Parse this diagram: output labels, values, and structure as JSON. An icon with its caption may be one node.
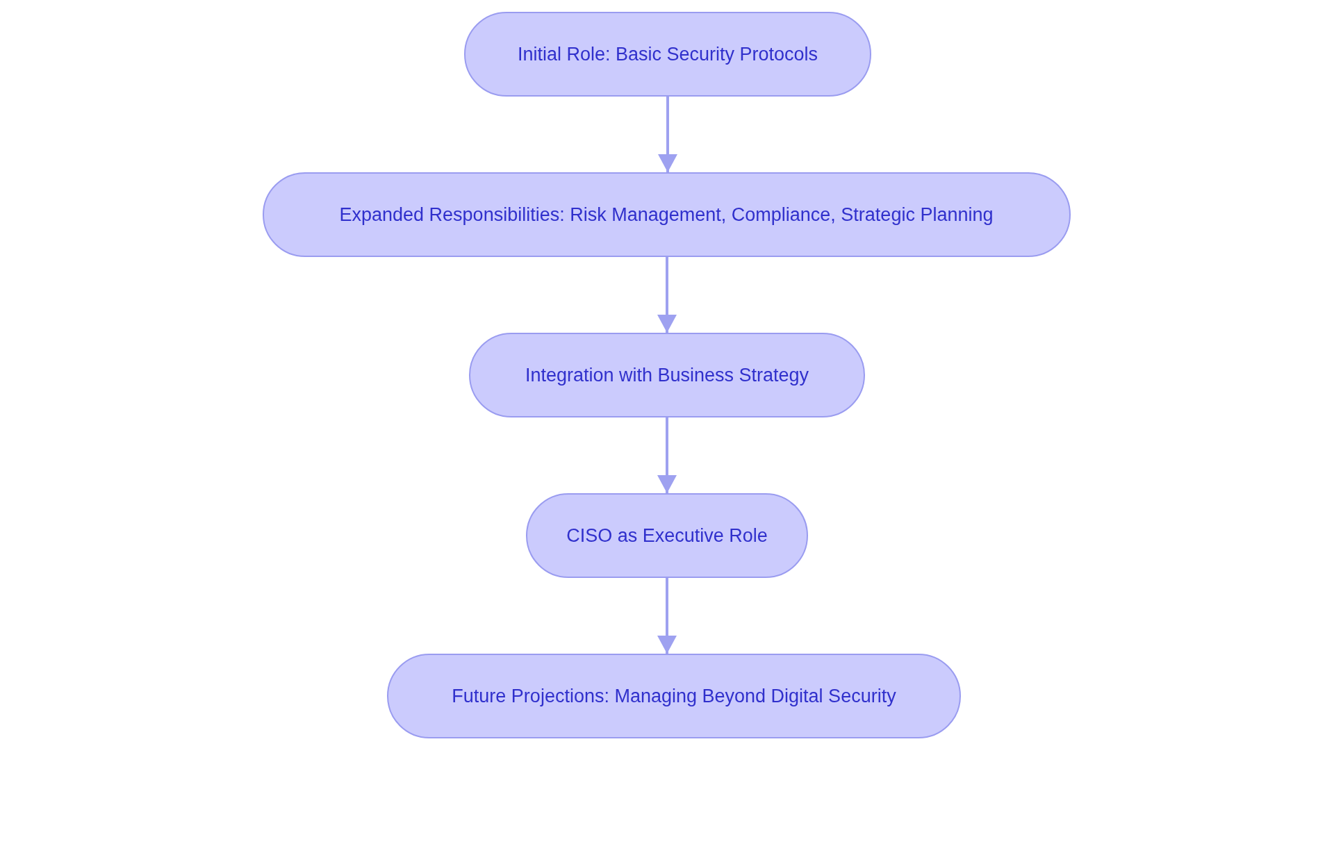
{
  "diagram": {
    "nodes": [
      {
        "text": [
          "Initial Role: Basic Security Protocols"
        ]
      },
      {
        "text": [
          "Expanded Responsibilities: Risk Management, Compliance, Strategic Planning"
        ]
      },
      {
        "text": [
          "Integration with Business Strategy"
        ]
      },
      {
        "text": [
          "CISO as Executive Role"
        ]
      },
      {
        "text": [
          "Future Projections: Managing Beyond Digital Security"
        ]
      }
    ],
    "edges": [
      {
        "from": 0,
        "to": 1,
        "arrow": "to"
      },
      {
        "from": 1,
        "to": 2,
        "arrow": "to"
      },
      {
        "from": 2,
        "to": 3,
        "arrow": "to"
      },
      {
        "from": 3,
        "to": 4,
        "arrow": "to"
      }
    ]
  }
}
